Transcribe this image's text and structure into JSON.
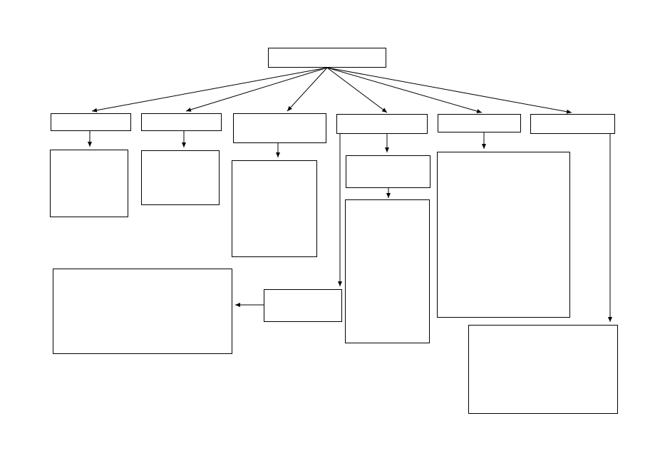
{
  "diagram": {
    "type": "hierarchy",
    "line_color": "#000000",
    "box_fill": "#ffffff",
    "boxes": [
      {
        "id": "root",
        "label": ""
      },
      {
        "id": "c1",
        "label": ""
      },
      {
        "id": "c2",
        "label": ""
      },
      {
        "id": "c3",
        "label": ""
      },
      {
        "id": "c4",
        "label": ""
      },
      {
        "id": "c5",
        "label": ""
      },
      {
        "id": "c6",
        "label": ""
      },
      {
        "id": "c1-detail",
        "label": ""
      },
      {
        "id": "c2-detail",
        "label": ""
      },
      {
        "id": "c3-detail",
        "label": ""
      },
      {
        "id": "c4-sub",
        "label": ""
      },
      {
        "id": "c4-detail",
        "label": ""
      },
      {
        "id": "c5-detail",
        "label": ""
      },
      {
        "id": "c4-side",
        "label": ""
      },
      {
        "id": "wide-left",
        "label": ""
      },
      {
        "id": "c6-detail",
        "label": ""
      }
    ],
    "connections": [
      {
        "from": "root",
        "to": "c1"
      },
      {
        "from": "root",
        "to": "c2"
      },
      {
        "from": "root",
        "to": "c3"
      },
      {
        "from": "root",
        "to": "c4"
      },
      {
        "from": "root",
        "to": "c5"
      },
      {
        "from": "root",
        "to": "c6"
      },
      {
        "from": "c1",
        "to": "c1-detail"
      },
      {
        "from": "c2",
        "to": "c2-detail"
      },
      {
        "from": "c3",
        "to": "c3-detail"
      },
      {
        "from": "c4",
        "to": "c4-sub"
      },
      {
        "from": "c4-sub",
        "to": "c4-detail"
      },
      {
        "from": "c5",
        "to": "c5-detail"
      },
      {
        "from": "c4",
        "to": "c4-side"
      },
      {
        "from": "c4-side",
        "to": "wide-left"
      },
      {
        "from": "c6",
        "to": "c6-detail"
      }
    ]
  }
}
